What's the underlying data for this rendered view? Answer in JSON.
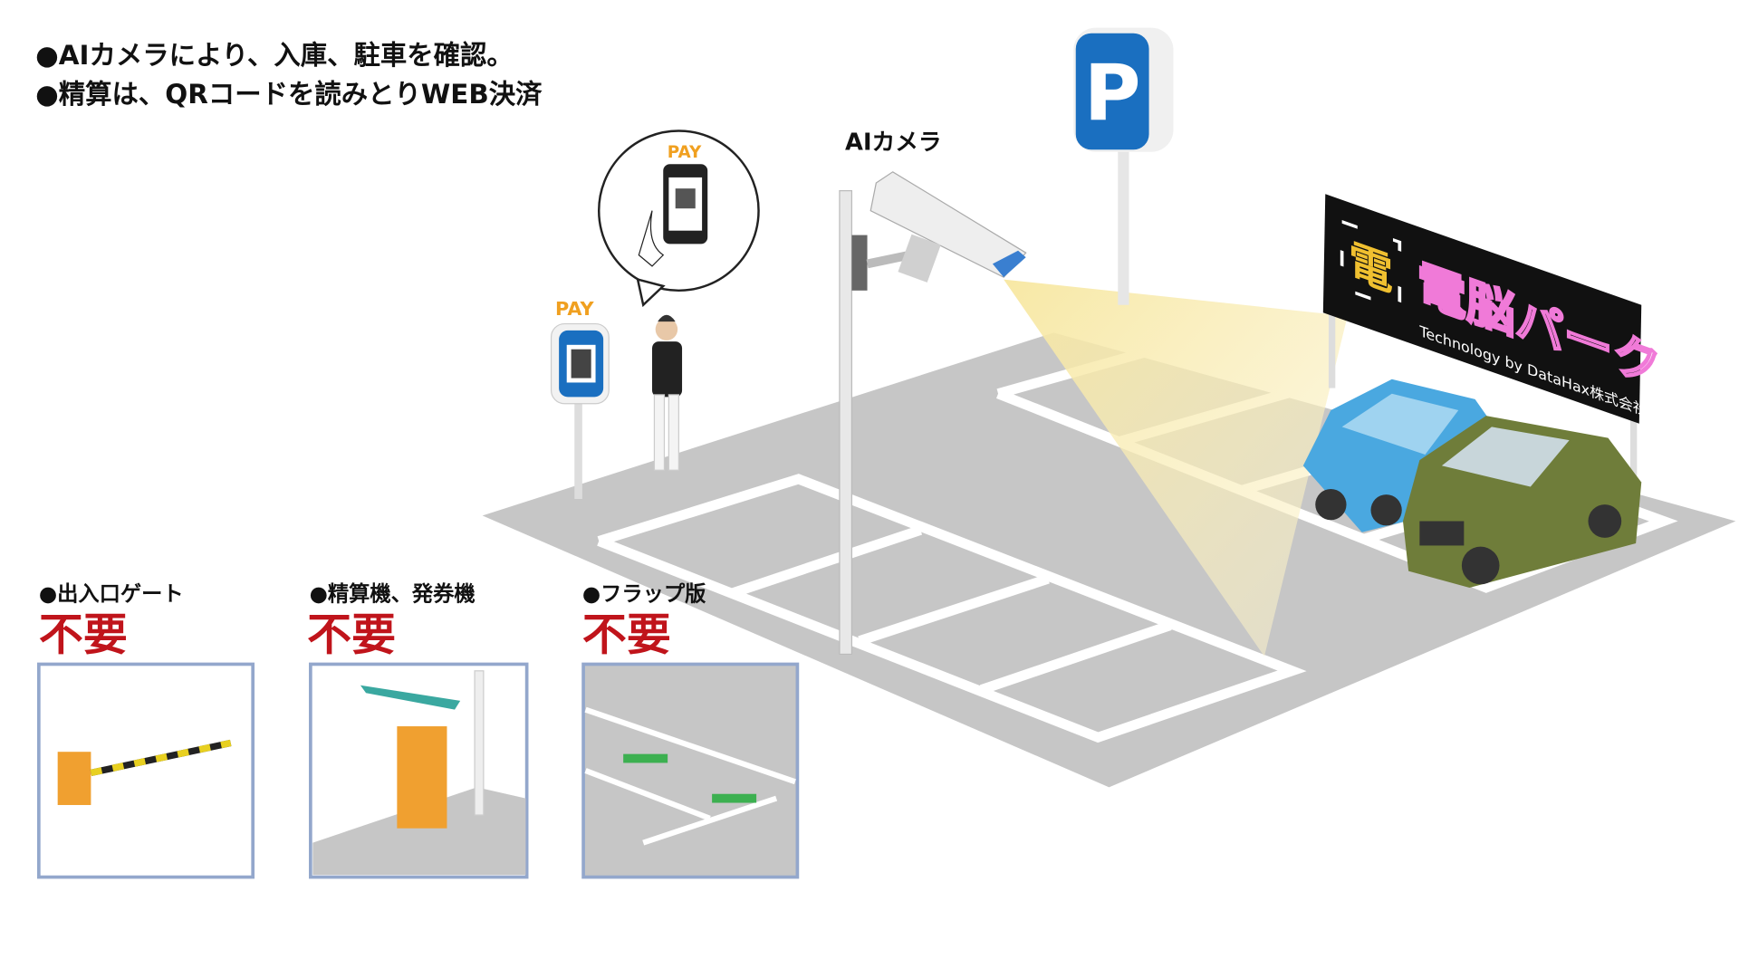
{
  "header": {
    "line1": "●AIカメラにより、入庫、駐車を確認。",
    "line2": "●精算は、QRコードを読みとりWEB決済"
  },
  "camera_label": "AIカメラ",
  "pay_labels": {
    "bubble": "PAY",
    "stand": "PAY"
  },
  "parking_sign": "P",
  "billboard": {
    "title": "電脳パーク",
    "subtitle": "Technology by DataHax株式会社",
    "logo_char": "電"
  },
  "panels": [
    {
      "label": "●出入口ゲート",
      "status": "不要"
    },
    {
      "label": "●精算機、発券機",
      "status": "不要"
    },
    {
      "label": "●フラップ版",
      "status": "不要"
    }
  ],
  "colors": {
    "status_red": "#c0141b",
    "sign_blue": "#1a6fc0",
    "neon_pink": "#f07ad8"
  }
}
